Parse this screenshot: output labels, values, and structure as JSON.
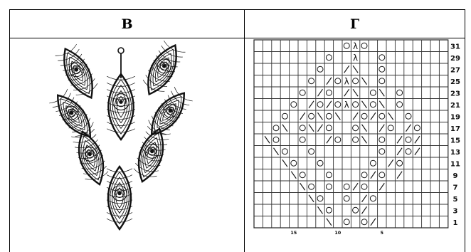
{
  "table": {
    "columns": [
      {
        "header": "В"
      },
      {
        "header": "Г"
      }
    ]
  },
  "knit_chart": {
    "row_numbers": [
      "31",
      "29",
      "27",
      "25",
      "23",
      "21",
      "19",
      "17",
      "15",
      "13",
      "11",
      "9",
      "7",
      "5",
      "3",
      "1"
    ],
    "bottom_numbers": [
      "15",
      "10",
      "5"
    ]
  },
  "symbols_legend_guess": {
    "yo": "O",
    "k2tog": "/",
    "ssk": "\\",
    "cdd": "λ"
  }
}
